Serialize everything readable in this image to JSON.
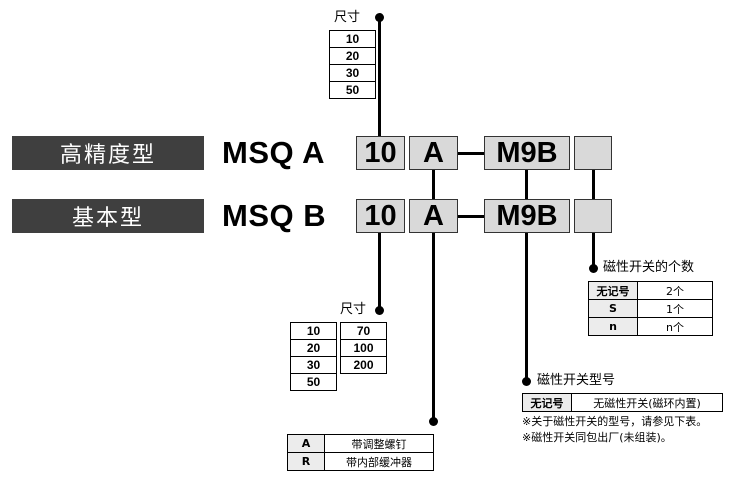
{
  "rows": [
    {
      "name": "高精度型",
      "model": "MSQ A",
      "size": "10",
      "adjust": "A",
      "switch": "M9B"
    },
    {
      "name": "基本型",
      "model": "MSQ B",
      "size": "10",
      "adjust": "A",
      "switch": "M9B"
    }
  ],
  "size_top": {
    "title": "尺寸",
    "values": [
      "10",
      "20",
      "30",
      "50"
    ]
  },
  "size_bottom": {
    "title": "尺寸",
    "col1": [
      "10",
      "20",
      "30",
      "50"
    ],
    "col2": [
      "70",
      "100",
      "200"
    ]
  },
  "switch_count": {
    "title": "磁性开关的个数",
    "rows": [
      {
        "key": "无记号",
        "value": "2个"
      },
      {
        "key": "S",
        "value": "1个"
      },
      {
        "key": "n",
        "value": "n个"
      }
    ]
  },
  "switch_model": {
    "title": "磁性开关型号",
    "key": "无记号",
    "value": "无磁性开关(磁环内置)",
    "notes": [
      "※关于磁性开关的型号，请参见下表。",
      "※磁性开关同包出厂(未组装)。"
    ]
  },
  "adjust_options": {
    "rows": [
      {
        "key": "A",
        "value": "带调整螺钉"
      },
      {
        "key": "R",
        "value": "带内部缓冲器"
      }
    ]
  }
}
